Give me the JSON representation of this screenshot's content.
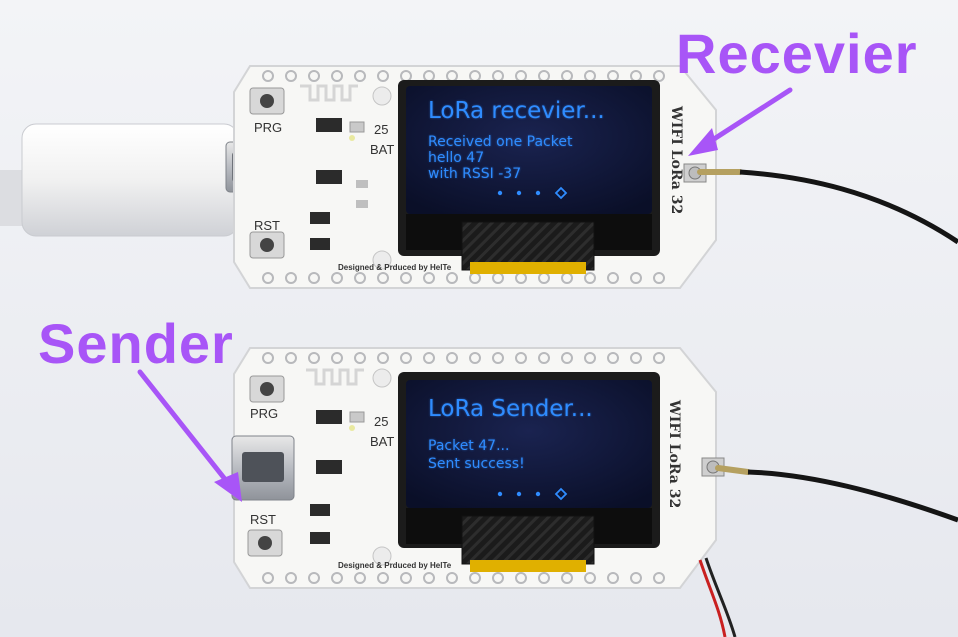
{
  "labels": {
    "receiver": "Recevier",
    "sender": "Sender"
  },
  "receiver_board": {
    "silk_prg": "PRG",
    "silk_rst": "RST",
    "silk_pin": "25",
    "silk_bat": "BAT",
    "silk_credit": "Designed & Prduced by HelTe",
    "silk_model": "WIFI LoRa 32",
    "oled_title": "LoRa recevier...",
    "oled_line1": "Received one Packet",
    "oled_line2": "hello 47",
    "oled_line3": "with RSSI -37"
  },
  "sender_board": {
    "silk_prg": "PRG",
    "silk_rst": "RST",
    "silk_pin": "25",
    "silk_bat": "BAT",
    "silk_credit": "Designed & Prduced by HelTe",
    "silk_model": "WIFI LoRa 32",
    "oled_title": "LoRa Sender...",
    "oled_line1": "Packet 47...",
    "oled_line2": "Sent success!"
  },
  "colors": {
    "background": "#eef0f4",
    "callout": "#a855f7",
    "board": "#f7f7f5",
    "oled_glass": "#101736",
    "oled_text": "#2f8cff",
    "antenna_wire": "#151515"
  }
}
